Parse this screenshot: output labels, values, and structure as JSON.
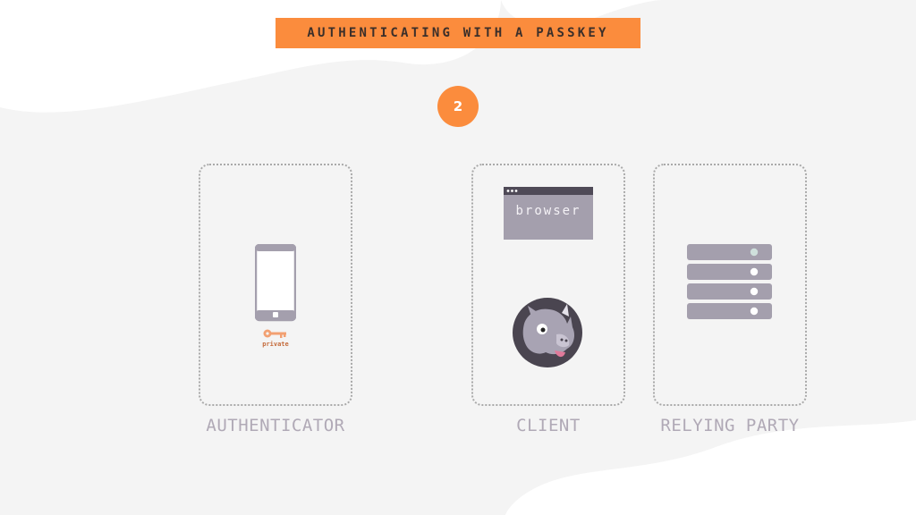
{
  "title": "AUTHENTICATING WITH A PASSKEY",
  "step_number": "2",
  "authenticator": {
    "label": "AUTHENTICATOR",
    "key_label": "private",
    "phone_icon": "smartphone-icon",
    "key_icon": "key-icon"
  },
  "client": {
    "label": "CLIENT",
    "browser_text": "browser",
    "browser_icon": "browser-window-icon",
    "mascot_icon": "rhino-mascot-icon"
  },
  "relying_party": {
    "label": "RELYING PARTY",
    "server_icon": "server-rack-icon"
  },
  "colors": {
    "accent": "#fb8c3d",
    "icon_gray": "#a49fad",
    "label_gray": "#b0a9b6",
    "key_orange": "#f2a072",
    "background": "#f4f4f4"
  }
}
